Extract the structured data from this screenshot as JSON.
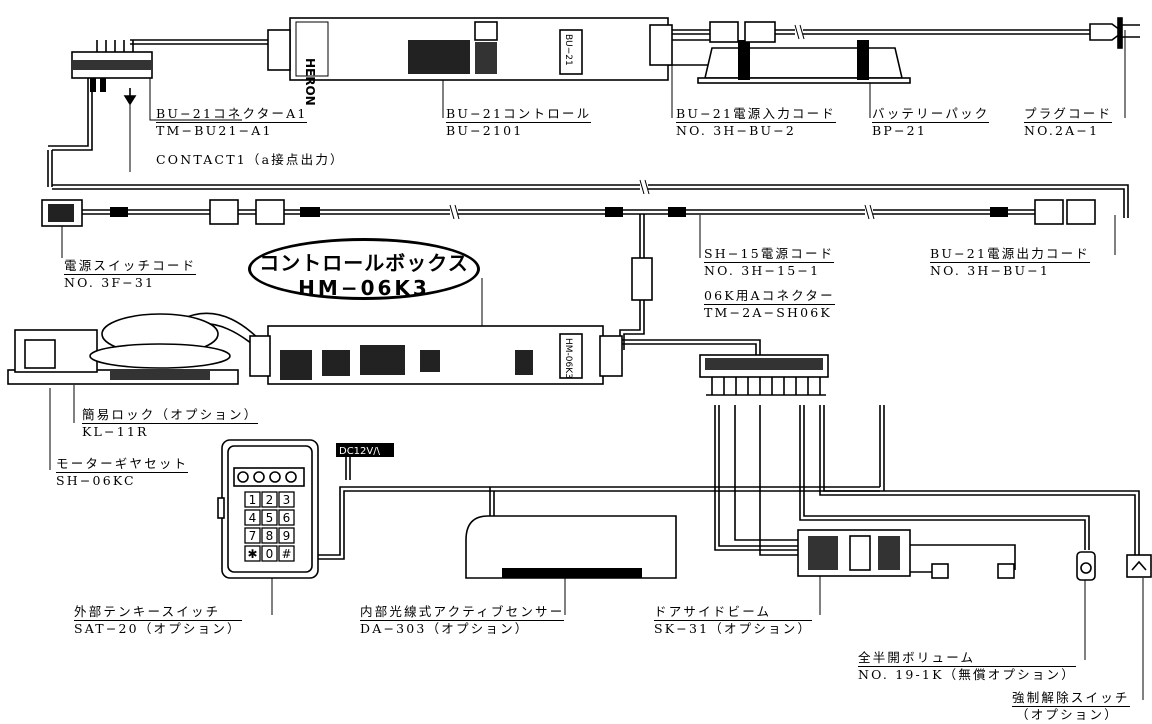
{
  "title": {
    "line1": "コントロールボックス",
    "line2": "HM−06K3"
  },
  "device_text": {
    "heron": "HERON",
    "bu21": "BU−21",
    "hm06k3": "HM-06K3",
    "dc12v": "DC12V/\\"
  },
  "keypad_keys": [
    "1",
    "2",
    "3",
    "4",
    "5",
    "6",
    "7",
    "8",
    "9",
    "✱",
    "0",
    "#"
  ],
  "labels": {
    "connector_a1": {
      "name": "BU−21コネクターA1",
      "code": "TM−BU21−A1"
    },
    "contact1": {
      "name": "CONTACT1（a接点出力）"
    },
    "control": {
      "name": "BU−21コントロール",
      "code": "BU−2101"
    },
    "power_in": {
      "name": "BU−21電源入力コード",
      "code": "NO. 3H−BU−2"
    },
    "battery": {
      "name": "バッテリーパック",
      "code": "BP−21"
    },
    "plug": {
      "name": "プラグコード",
      "code": "NO.2A−1"
    },
    "switch_cord": {
      "name": "電源スイッチコード",
      "code": "NO. 3F−31"
    },
    "sh15": {
      "name": "SH−15電源コード",
      "code": "NO. 3H−15−1"
    },
    "power_out": {
      "name": "BU−21電源出力コード",
      "code": "NO. 3H−BU−1"
    },
    "connector_06k": {
      "name": "06K用Aコネクター",
      "code": "TM−2A−SH06K"
    },
    "lock": {
      "name": "簡易ロック（オプション）",
      "code": "KL−11R"
    },
    "gear": {
      "name": "モーターギヤセット",
      "code": "SH−06KC"
    },
    "keypad": {
      "name": "外部テンキースイッチ",
      "code": "SAT−20（オプション）"
    },
    "sensor": {
      "name": "内部光線式アクティブセンサー",
      "code": "DA−303（オプション）"
    },
    "beam": {
      "name": "ドアサイドビーム",
      "code": "SK−31（オプション）"
    },
    "volume": {
      "name": "全半開ボリューム",
      "code": "NO. 19-1K（無償オプション）"
    },
    "release": {
      "name": "強制解除スイッチ",
      "code": "（オプション）"
    }
  }
}
